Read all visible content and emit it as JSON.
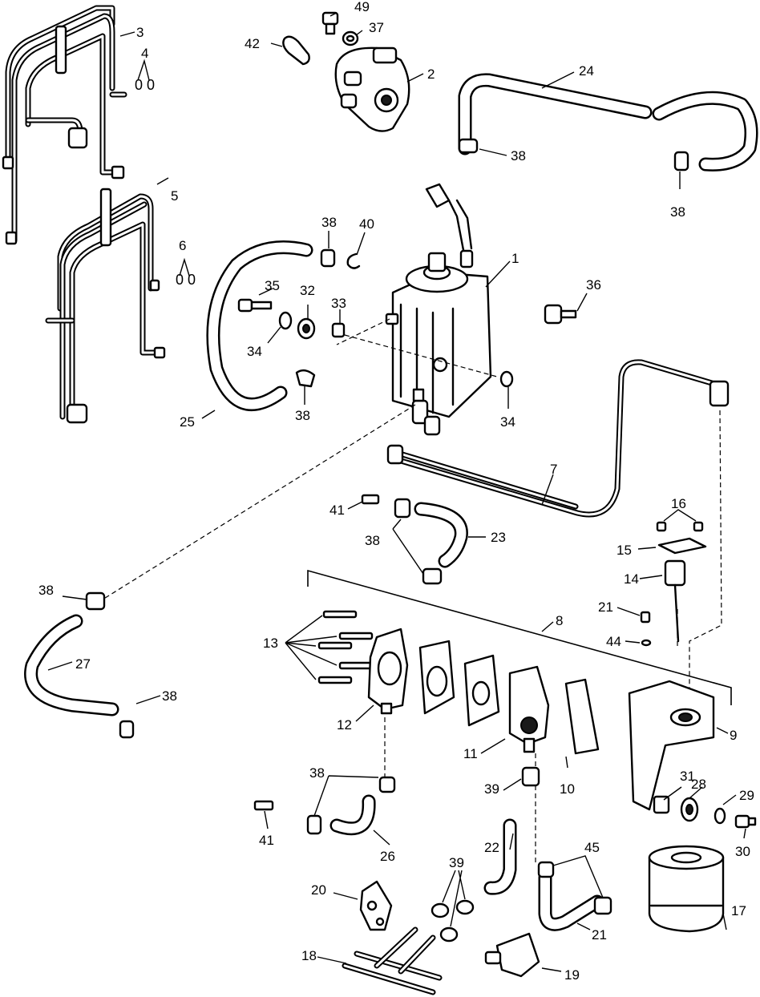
{
  "diagram": {
    "type": "exploded-parts-view",
    "colors": {
      "ink": "#000000",
      "paper": "#ffffff"
    },
    "callouts": [
      {
        "id": "c49",
        "label": "49"
      },
      {
        "id": "c37",
        "label": "37"
      },
      {
        "id": "c42",
        "label": "42"
      },
      {
        "id": "c2",
        "label": "2"
      },
      {
        "id": "c3",
        "label": "3"
      },
      {
        "id": "c4",
        "label": "4"
      },
      {
        "id": "c24",
        "label": "24"
      },
      {
        "id": "c38a",
        "label": "38"
      },
      {
        "id": "c38b",
        "label": "38"
      },
      {
        "id": "c5",
        "label": "5"
      },
      {
        "id": "c6",
        "label": "6"
      },
      {
        "id": "c38c",
        "label": "38"
      },
      {
        "id": "c40",
        "label": "40"
      },
      {
        "id": "c1",
        "label": "1"
      },
      {
        "id": "c35",
        "label": "35"
      },
      {
        "id": "c32",
        "label": "32"
      },
      {
        "id": "c33",
        "label": "33"
      },
      {
        "id": "c36",
        "label": "36"
      },
      {
        "id": "c34a",
        "label": "34"
      },
      {
        "id": "c38d",
        "label": "38"
      },
      {
        "id": "c25",
        "label": "25"
      },
      {
        "id": "c34b",
        "label": "34"
      },
      {
        "id": "c7",
        "label": "7"
      },
      {
        "id": "c41a",
        "label": "41"
      },
      {
        "id": "c16",
        "label": "16"
      },
      {
        "id": "c38e",
        "label": "38"
      },
      {
        "id": "c23",
        "label": "23"
      },
      {
        "id": "c15",
        "label": "15"
      },
      {
        "id": "c14",
        "label": "14"
      },
      {
        "id": "c38f",
        "label": "38"
      },
      {
        "id": "c21a",
        "label": "21"
      },
      {
        "id": "c8",
        "label": "8"
      },
      {
        "id": "c44",
        "label": "44"
      },
      {
        "id": "c13",
        "label": "13"
      },
      {
        "id": "c27",
        "label": "27"
      },
      {
        "id": "c38g",
        "label": "38"
      },
      {
        "id": "c12",
        "label": "12"
      },
      {
        "id": "c9",
        "label": "9"
      },
      {
        "id": "c11",
        "label": "11"
      },
      {
        "id": "c10",
        "label": "10"
      },
      {
        "id": "c38h",
        "label": "38"
      },
      {
        "id": "c39a",
        "label": "39"
      },
      {
        "id": "c31",
        "label": "31"
      },
      {
        "id": "c28",
        "label": "28"
      },
      {
        "id": "c29",
        "label": "29"
      },
      {
        "id": "c41b",
        "label": "41"
      },
      {
        "id": "c26",
        "label": "26"
      },
      {
        "id": "c22",
        "label": "22"
      },
      {
        "id": "c45",
        "label": "45"
      },
      {
        "id": "c30",
        "label": "30"
      },
      {
        "id": "c39b",
        "label": "39"
      },
      {
        "id": "c20",
        "label": "20"
      },
      {
        "id": "c17",
        "label": "17"
      },
      {
        "id": "c21b",
        "label": "21"
      },
      {
        "id": "c18",
        "label": "18"
      },
      {
        "id": "c19",
        "label": "19"
      }
    ],
    "o_ring_marks": {
      "small_rings": "0 0"
    }
  }
}
